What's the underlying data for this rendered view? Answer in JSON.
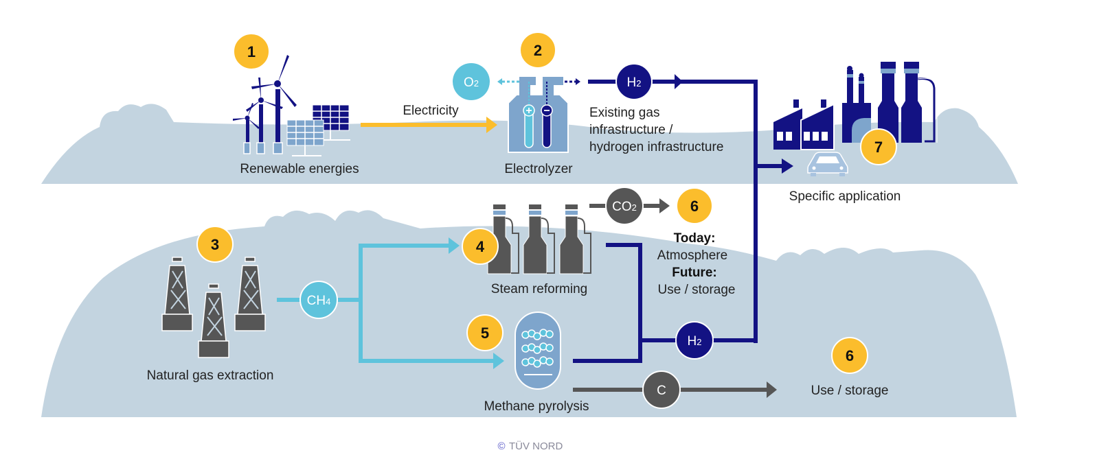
{
  "colors": {
    "land": "#c3d4e0",
    "badge": "#fbbd2c",
    "navy": "#131283",
    "cyan": "#5ec3dc",
    "grey": "#565656",
    "steel": "#7ea5cc",
    "text": "#222222"
  },
  "badges": {
    "renewables": "1",
    "electrolyzer": "2",
    "natural_gas": "3",
    "steam_reforming": "4",
    "methane_pyrolysis": "5",
    "co2_destination": "6",
    "carbon_destination": "6",
    "application": "7"
  },
  "labels": {
    "renewables": "Renewable energies",
    "electricity": "Electricity",
    "electrolyzer": "Electrolyzer",
    "infrastructure_line1": "Existing gas",
    "infrastructure_line2": "infrastructure /",
    "infrastructure_line3": "hydrogen infrastructure",
    "application": "Specific application",
    "natural_gas": "Natural gas extraction",
    "steam_reforming": "Steam reforming",
    "methane_pyrolysis": "Methane pyrolysis",
    "today_heading": "Today:",
    "today_value": "Atmosphere",
    "future_heading": "Future:",
    "future_value": "Use / storage",
    "carbon_use": "Use / storage"
  },
  "molecules": {
    "oxygen": {
      "base": "O",
      "sub": "2"
    },
    "hydrogen_top": {
      "base": "H",
      "sub": "2"
    },
    "hydrogen_bottom": {
      "base": "H",
      "sub": "2"
    },
    "co2": {
      "base": "CO",
      "sub": "2"
    },
    "methane": {
      "base": "CH",
      "sub": "4"
    },
    "carbon": {
      "base": "C",
      "sub": ""
    }
  },
  "footer": {
    "copyright_symbol": "©",
    "copyright": "TÜV NORD"
  }
}
